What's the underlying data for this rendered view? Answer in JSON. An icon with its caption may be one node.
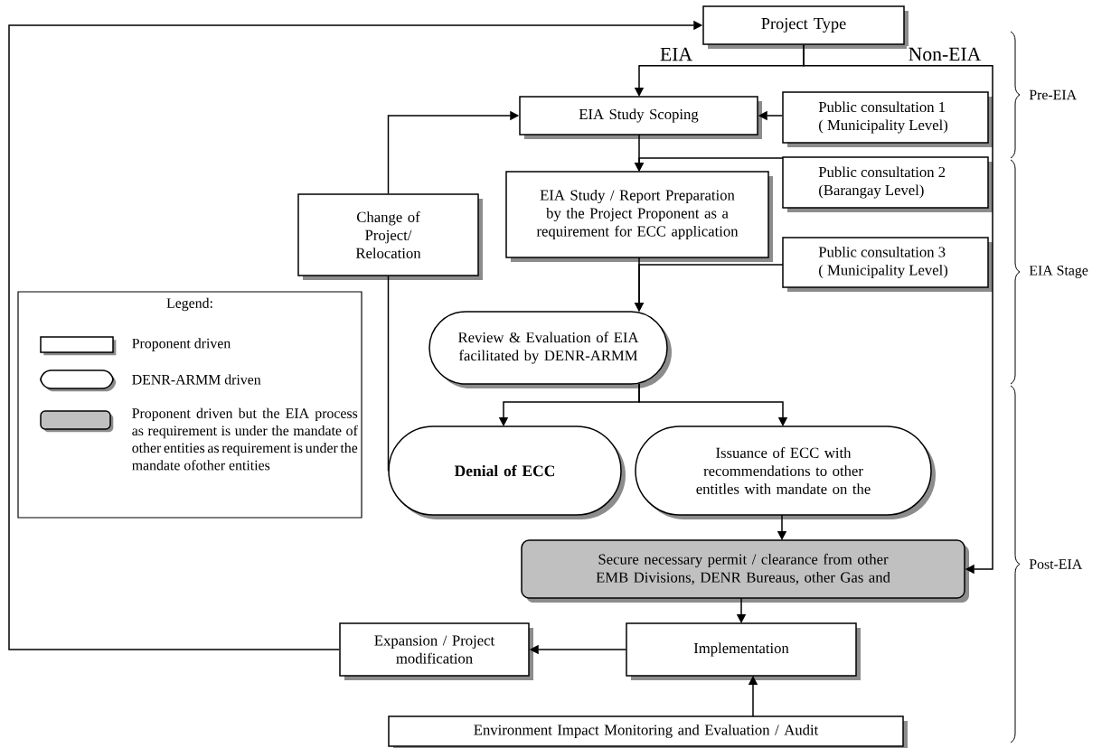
{
  "diagram": {
    "nodes": [
      {
        "text": [
          "Project Type"
        ]
      },
      {
        "text": [
          "EIA Study Scoping"
        ]
      },
      {
        "text": [
          "Public consultation 1 ( Municipality Level)"
        ]
      },
      {
        "text": [
          "Public consultation 2 (Barangay Level)"
        ]
      },
      {
        "text": [
          "EIA Study / Report Preparation by the Project Proponent as a requirement for ECC application"
        ]
      },
      {
        "text": [
          "Change of Project/ Relocation"
        ]
      },
      {
        "text": [
          "Public consultation 3 ( Municipality Level)"
        ]
      },
      {
        "text": [
          "Review & Evaluation of EIA facilitated by DENR-ARMM"
        ]
      },
      {
        "text": [
          "Denial of ECC"
        ]
      },
      {
        "text": [
          "Issuance of ECC with recommendations to other entitles with mandate on the"
        ]
      },
      {
        "text": [
          "Secure necessary permit / clearance from other EMB Divisions, DENR Bureaus, other Gas and"
        ]
      },
      {
        "text": [
          "Expansion / Project modification"
        ]
      },
      {
        "text": [
          "Implementation"
        ]
      },
      {
        "text": [
          "Environment Impact Monitoring and Evaluation / Audit"
        ]
      }
    ],
    "edges": [
      {
        "from": 0,
        "to": 1,
        "arrow": "to",
        "label": "EIA"
      },
      {
        "from": 0,
        "to": 10,
        "arrow": "to",
        "label": "Non-EIA"
      },
      {
        "from": 2,
        "to": 1,
        "arrow": "to"
      },
      {
        "from": 1,
        "to": 4,
        "arrow": "to"
      },
      {
        "from": 3,
        "to": 4,
        "arrow": "to"
      },
      {
        "from": 4,
        "to": 7,
        "arrow": "to"
      },
      {
        "from": 6,
        "to": 7,
        "arrow": "to"
      },
      {
        "from": 7,
        "to": 8,
        "arrow": "to"
      },
      {
        "from": 7,
        "to": 9,
        "arrow": "to"
      },
      {
        "from": 9,
        "to": 10,
        "arrow": "to"
      },
      {
        "from": 10,
        "to": 12,
        "arrow": "to"
      },
      {
        "from": 12,
        "to": 11,
        "arrow": "to"
      },
      {
        "from": 13,
        "to": 12,
        "arrow": "to"
      },
      {
        "from": 11,
        "to": 0,
        "arrow": "to"
      },
      {
        "from": 8,
        "to": 5,
        "arrow": "none"
      },
      {
        "from": 5,
        "to": 1,
        "arrow": "to"
      }
    ],
    "labels": [
      "Pre-EIA",
      "EIA Stage",
      "Post-EIA",
      "Legend:"
    ],
    "legend": [
      {
        "text": "Proponent driven"
      },
      {
        "text": "DENR-ARMM driven"
      },
      {
        "text": "Proponent driven but the EIA process as requirement is under the mandate of other entities as requirement is under the mandate ofother entities",
        "color": "#c0c0c0"
      }
    ]
  }
}
